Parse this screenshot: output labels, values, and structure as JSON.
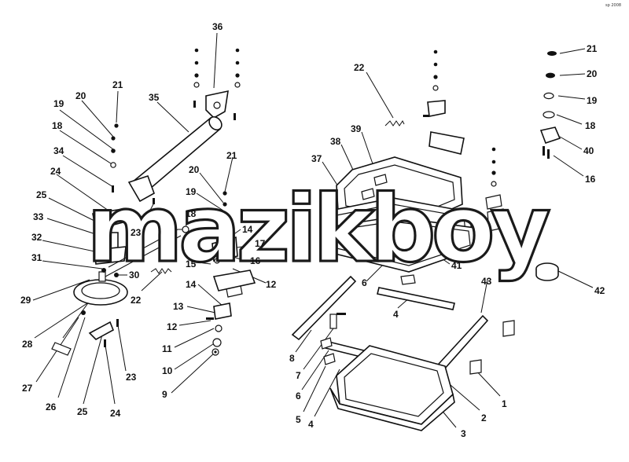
{
  "watermark": "mazikboy",
  "corner_stamp": "sp 2008",
  "callouts": [
    {
      "id": "36",
      "label": "36"
    },
    {
      "id": "35",
      "label": "35"
    },
    {
      "id": "21a",
      "label": "21"
    },
    {
      "id": "20a",
      "label": "20"
    },
    {
      "id": "19a",
      "label": "19"
    },
    {
      "id": "18a",
      "label": "18"
    },
    {
      "id": "34",
      "label": "34"
    },
    {
      "id": "24a",
      "label": "24"
    },
    {
      "id": "25a",
      "label": "25"
    },
    {
      "id": "33",
      "label": "33"
    },
    {
      "id": "32",
      "label": "32"
    },
    {
      "id": "31",
      "label": "31"
    },
    {
      "id": "30",
      "label": "30"
    },
    {
      "id": "29",
      "label": "29"
    },
    {
      "id": "28",
      "label": "28"
    },
    {
      "id": "27",
      "label": "27"
    },
    {
      "id": "26",
      "label": "26"
    },
    {
      "id": "25b",
      "label": "25"
    },
    {
      "id": "24b",
      "label": "24"
    },
    {
      "id": "23a",
      "label": "23"
    },
    {
      "id": "23b",
      "label": "23"
    },
    {
      "id": "22a",
      "label": "22"
    },
    {
      "id": "21b",
      "label": "21"
    },
    {
      "id": "20b",
      "label": "20"
    },
    {
      "id": "19b",
      "label": "19"
    },
    {
      "id": "18b",
      "label": "18"
    },
    {
      "id": "14a",
      "label": "14"
    },
    {
      "id": "17",
      "label": "17"
    },
    {
      "id": "16a",
      "label": "16"
    },
    {
      "id": "15",
      "label": "15"
    },
    {
      "id": "12a",
      "label": "12"
    },
    {
      "id": "14b",
      "label": "14"
    },
    {
      "id": "13",
      "label": "13"
    },
    {
      "id": "12b",
      "label": "12"
    },
    {
      "id": "11",
      "label": "11"
    },
    {
      "id": "10",
      "label": "10"
    },
    {
      "id": "9",
      "label": "9"
    },
    {
      "id": "22b",
      "label": "22"
    },
    {
      "id": "39",
      "label": "39"
    },
    {
      "id": "38",
      "label": "38"
    },
    {
      "id": "37",
      "label": "37"
    },
    {
      "id": "41",
      "label": "41"
    },
    {
      "id": "6a",
      "label": "6"
    },
    {
      "id": "43",
      "label": "43"
    },
    {
      "id": "4a",
      "label": "4"
    },
    {
      "id": "8",
      "label": "8"
    },
    {
      "id": "7",
      "label": "7"
    },
    {
      "id": "6b",
      "label": "6"
    },
    {
      "id": "5",
      "label": "5"
    },
    {
      "id": "4b",
      "label": "4"
    },
    {
      "id": "3",
      "label": "3"
    },
    {
      "id": "2",
      "label": "2"
    },
    {
      "id": "1",
      "label": "1"
    },
    {
      "id": "21c",
      "label": "21"
    },
    {
      "id": "20c",
      "label": "20"
    },
    {
      "id": "19c",
      "label": "19"
    },
    {
      "id": "18c",
      "label": "18"
    },
    {
      "id": "40",
      "label": "40"
    },
    {
      "id": "16b",
      "label": "16"
    },
    {
      "id": "42",
      "label": "42"
    }
  ]
}
